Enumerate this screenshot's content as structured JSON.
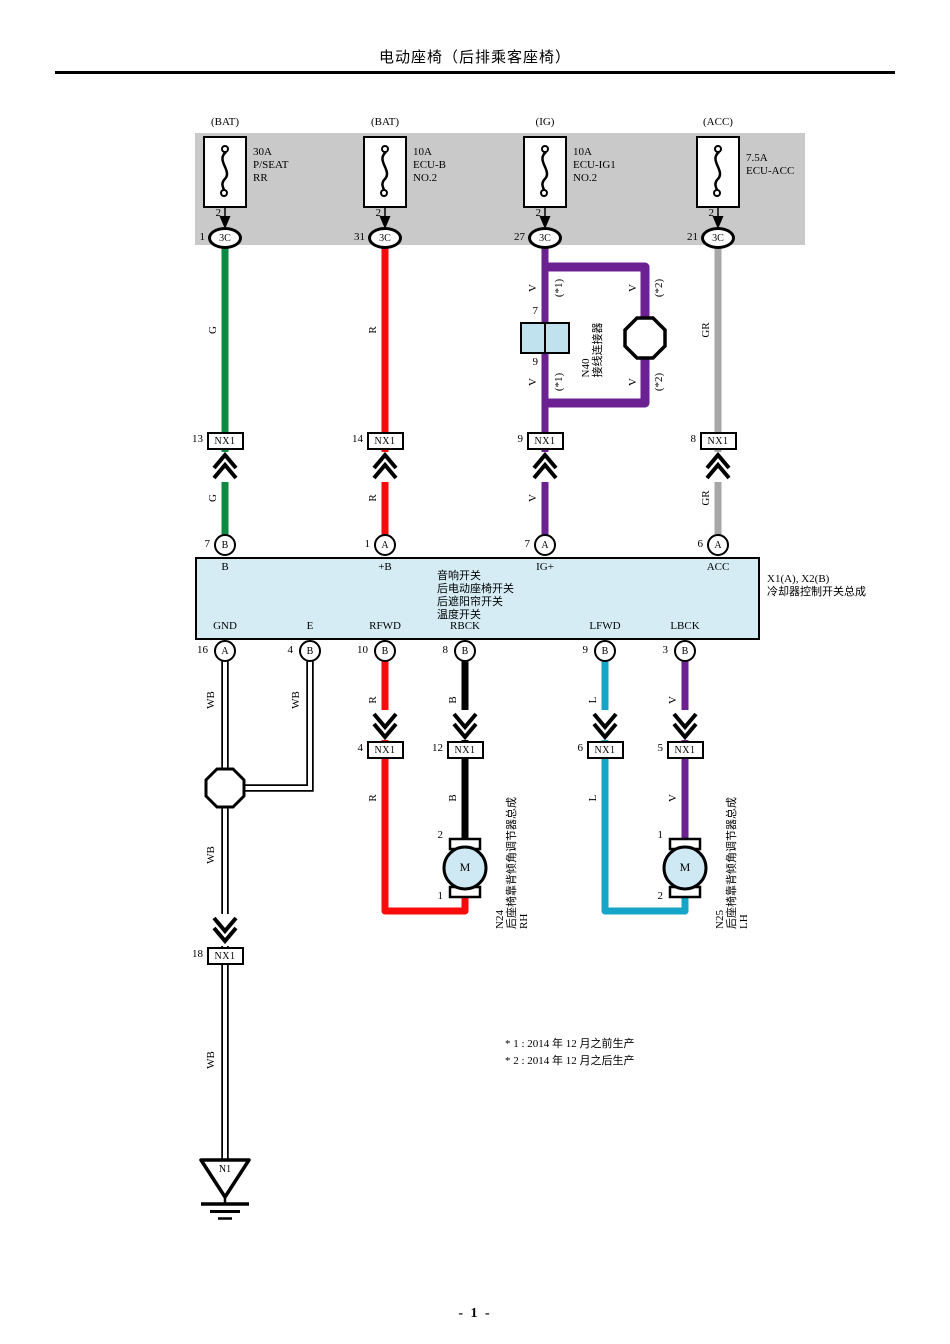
{
  "title": "电动座椅（后排乘客座椅）",
  "page_number": "- 1 -",
  "notes": [
    "* 1 : 2014 年 12 月之前生产",
    "* 2 : 2014 年 12 月之后生产"
  ],
  "fuses": [
    {
      "source": "(BAT)",
      "rating": "30A\nP/SEAT\nRR",
      "pin": "2",
      "conn_pin": "1",
      "conn": "3C"
    },
    {
      "source": "(BAT)",
      "rating": "10A\nECU-B\nNO.2",
      "pin": "2",
      "conn_pin": "31",
      "conn": "3C"
    },
    {
      "source": "(IG)",
      "rating": "10A\nECU-IG1\nNO.2",
      "pin": "2",
      "conn_pin": "27",
      "conn": "3C"
    },
    {
      "source": "(ACC)",
      "rating": "7.5A\nECU-ACC",
      "pin": "2",
      "conn_pin": "21",
      "conn": "3C"
    }
  ],
  "wire_colors": {
    "g": "G",
    "r": "R",
    "v": "V",
    "gr": "GR",
    "wb": "WB",
    "b": "B",
    "l": "L"
  },
  "n40": {
    "label": "N40\n接线连接器",
    "pin_top": "7",
    "pin_bottom": "9",
    "note1": "(*1)",
    "note2": "(*2)"
  },
  "nx1_label": "NX1",
  "nx1_pins": {
    "t1": "13",
    "t2": "14",
    "t3": "9",
    "t4": "8",
    "m1": "4",
    "m2": "12",
    "m3": "6",
    "m4": "5",
    "g": "18"
  },
  "block": {
    "top_pins": [
      {
        "no": "7",
        "g": "B",
        "label": "B"
      },
      {
        "no": "1",
        "g": "A",
        "label": "+B"
      },
      {
        "no": "7",
        "g": "A",
        "label": "IG+"
      },
      {
        "no": "6",
        "g": "A",
        "label": "ACC"
      }
    ],
    "center_text": "音响开关\n后电动座椅开关\n后遮阳帘开关\n温度开关",
    "side_label": "X1(A), X2(B)\n冷却器控制开关总成",
    "bottom_pins": [
      {
        "label": "GND",
        "no": "16",
        "g": "A"
      },
      {
        "label": "E",
        "no": "4",
        "g": "B"
      },
      {
        "label": "RFWD",
        "no": "10",
        "g": "B"
      },
      {
        "label": "RBCK",
        "no": "8",
        "g": "B"
      },
      {
        "label": "LFWD",
        "no": "9",
        "g": "B"
      },
      {
        "label": "LBCK",
        "no": "3",
        "g": "B"
      }
    ]
  },
  "motors": [
    {
      "code_label": "N24\n后座椅靠背倾角调节器总成\nRH",
      "symbol": "M",
      "pin_top": "2",
      "pin_bottom": "1"
    },
    {
      "code_label": "N25\n后座椅靠背倾角调节器总成\nLH",
      "symbol": "M",
      "pin_top": "1",
      "pin_bottom": "2"
    }
  ],
  "ground": {
    "code": "N1"
  },
  "colors": {
    "green": "#0d8a3f",
    "red": "#fa0a0a",
    "violet": "#6b2191",
    "gray": "#a7a7a7",
    "cyan": "#14a5c9",
    "black": "#000000",
    "band": "#c9c9c9",
    "block_fill": "#d5ecf5",
    "connector_fill": "#bfe2ee",
    "motor_fill": "#cfe9f4"
  }
}
